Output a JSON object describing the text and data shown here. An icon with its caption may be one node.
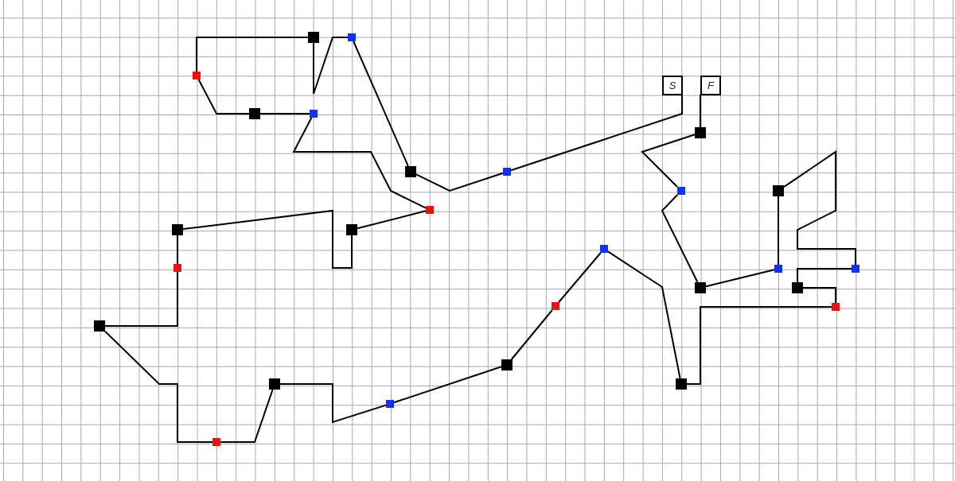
{
  "diagram": {
    "nodes": [
      {
        "text": [
          "S"
        ]
      },
      {
        "text": [
          "F"
        ]
      },
      {
        "text": [],
        "shape": "box"
      },
      {
        "text": [],
        "shape": "box"
      },
      {
        "text": [],
        "shape": "box"
      },
      {
        "text": [],
        "shape": "box"
      },
      {
        "text": [],
        "shape": "box"
      },
      {
        "text": [],
        "shape": "box"
      },
      {
        "text": [],
        "shape": "box"
      },
      {
        "text": [],
        "shape": "box"
      },
      {
        "text": [],
        "shape": "box"
      },
      {
        "text": [],
        "shape": "box"
      },
      {
        "text": [],
        "shape": "box"
      },
      {
        "text": [],
        "shape": "box"
      },
      {
        "text": [],
        "shape": "box"
      },
      {
        "text": [],
        "shape": "box"
      },
      {
        "text": [],
        "shape": "box"
      },
      {
        "text": [],
        "shape": "box"
      },
      {
        "text": [],
        "shape": "box"
      },
      {
        "text": [],
        "shape": "box"
      },
      {
        "text": [],
        "shape": "box"
      },
      {
        "text": [],
        "shape": "box"
      },
      {
        "text": [],
        "shape": "box"
      },
      {
        "text": [],
        "shape": "box"
      },
      {
        "text": [],
        "shape": "box"
      },
      {
        "text": [],
        "shape": "box"
      },
      {
        "text": [],
        "shape": "box"
      },
      {
        "text": [],
        "shape": "box"
      },
      {
        "text": [],
        "shape": "box"
      }
    ],
    "edges": [
      {
        "from": 0,
        "to": 16,
        "arrow": "none"
      },
      {
        "from": 16,
        "to": 14,
        "arrow": "none"
      },
      {
        "from": 14,
        "to": 11,
        "arrow": "none"
      },
      {
        "from": 11,
        "to": 9,
        "arrow": "none"
      },
      {
        "from": 9,
        "to": 5,
        "arrow": "none"
      },
      {
        "from": 5,
        "to": 7,
        "arrow": "none"
      },
      {
        "from": 7,
        "to": 10,
        "arrow": "none"
      },
      {
        "from": 10,
        "to": 15,
        "arrow": "none"
      },
      {
        "from": 15,
        "to": 12,
        "arrow": "none"
      },
      {
        "from": 12,
        "to": 3,
        "arrow": "none"
      },
      {
        "from": 3,
        "to": 4,
        "arrow": "none"
      },
      {
        "from": 4,
        "to": 2,
        "arrow": "none"
      },
      {
        "from": 2,
        "to": 6,
        "arrow": "none"
      },
      {
        "from": 6,
        "to": 8,
        "arrow": "none"
      },
      {
        "from": 8,
        "to": 13,
        "arrow": "none"
      },
      {
        "from": 13,
        "to": 17,
        "arrow": "none"
      },
      {
        "from": 17,
        "to": 18,
        "arrow": "none"
      },
      {
        "from": 18,
        "to": 19,
        "arrow": "none"
      },
      {
        "from": 19,
        "to": 21,
        "arrow": "none"
      },
      {
        "from": 21,
        "to": 27,
        "arrow": "none"
      },
      {
        "from": 27,
        "to": 26,
        "arrow": "none"
      },
      {
        "from": 26,
        "to": 28,
        "arrow": "none"
      },
      {
        "from": 28,
        "to": 24,
        "arrow": "none"
      },
      {
        "from": 24,
        "to": 25,
        "arrow": "none"
      },
      {
        "from": 25,
        "to": 23,
        "arrow": "none"
      },
      {
        "from": 23,
        "to": 20,
        "arrow": "none"
      },
      {
        "from": 20,
        "to": 22,
        "arrow": "none"
      },
      {
        "from": 22,
        "to": 1,
        "arrow": "none"
      }
    ]
  }
}
